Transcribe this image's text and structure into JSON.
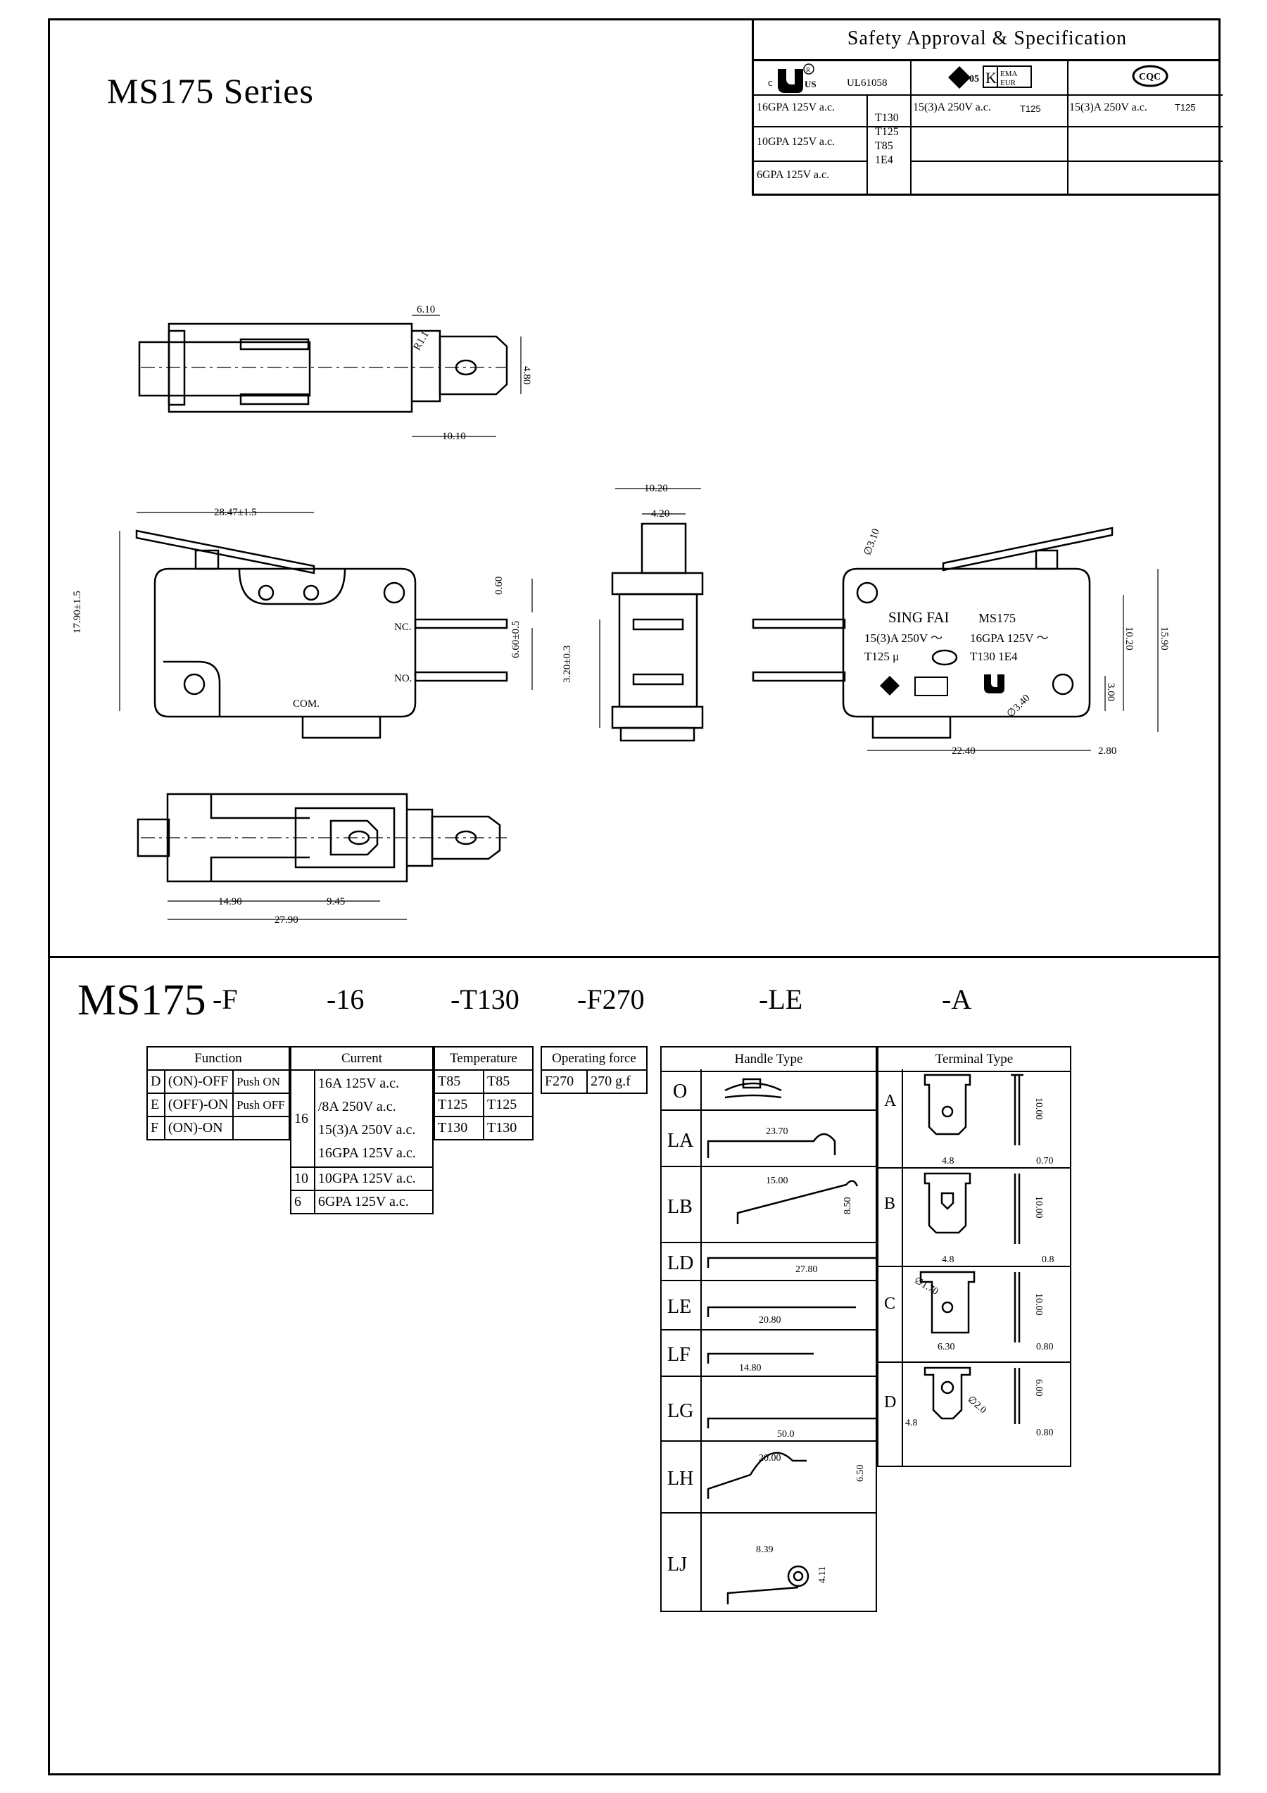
{
  "title": "MS175 Series",
  "safety": {
    "header": "Safety Approval & Specification",
    "ul_standard": "UL61058",
    "ul_ratings": [
      "16GPA 125V a.c.",
      "10GPA 125V a.c.",
      "6GPA 125V a.c."
    ],
    "ul_temps": [
      "T130",
      "T125",
      "T85",
      "1E4"
    ],
    "enec_rating": "15(3)A 250V a.c.",
    "enec_temp": "T125",
    "ccc_rating": "15(3)A 250V a.c.",
    "ccc_temp": "T125",
    "enec_mark": "05",
    "kema_mark": "KEMA EUR",
    "ccc_mark": "CQC"
  },
  "drawing": {
    "dims": {
      "d_6_10": "6.10",
      "d_r1_1": "R1.1",
      "d_4_80": "4.80",
      "d_10_10": "10.10",
      "d_28_47": "28.47±1.5",
      "d_17_90": "17.90±1.5",
      "d_0_60": "0.60",
      "d_6_60": "6.60±0.5",
      "d_10_20": "10.20",
      "d_4_20": "4.20",
      "d_3_20": "3.20±0.3",
      "d_3_10": "∅3.10",
      "d_3_40": "∅3.40",
      "d_10_20b": "10.20",
      "d_15_90": "15.90",
      "d_3_00": "3.00",
      "d_22_40": "22.40",
      "d_2_80": "2.80",
      "d_14_90": "14.90",
      "d_9_45": "9.45",
      "d_27_90": "27.90"
    },
    "labels": {
      "nc": "NC.",
      "no": "NO.",
      "com": "COM."
    },
    "marking": {
      "brand": "SING FAI",
      "model": "MS175",
      "line1a": "15(3)A  250V ～",
      "line1b": "16GPA 125V ～",
      "line2a": "T125   μ",
      "line2b": "T130  1E4"
    }
  },
  "part_number": {
    "base": "MS175",
    "codes": [
      "-F",
      "-16",
      "-T130",
      "-F270",
      "-LE",
      "-A"
    ]
  },
  "function": {
    "header": "Function",
    "rows": [
      {
        "code": "D",
        "desc": "(ON)-OFF",
        "type": "Push ON"
      },
      {
        "code": "E",
        "desc": "(OFF)-ON",
        "type": "Push OFF"
      },
      {
        "code": "F",
        "desc": "(ON)-ON",
        "type": ""
      }
    ]
  },
  "current": {
    "header": "Current",
    "group_code": "16",
    "group_lines": [
      "16A 125V a.c.",
      "/8A 250V a.c.",
      "15(3)A 250V a.c.",
      "16GPA 125V a.c."
    ],
    "rows": [
      {
        "code": "10",
        "desc": "10GPA 125V a.c."
      },
      {
        "code": "6",
        "desc": "6GPA 125V a.c."
      }
    ]
  },
  "temperature": {
    "header": "Temperature",
    "rows": [
      [
        "T85",
        "T85"
      ],
      [
        "T125",
        "T125"
      ],
      [
        "T130",
        "T130"
      ]
    ]
  },
  "operating_force": {
    "header": "Operating force",
    "rows": [
      [
        "F270",
        "270 g.f"
      ]
    ]
  },
  "handle": {
    "header": "Handle Type",
    "rows": [
      {
        "code": "O",
        "dim": ""
      },
      {
        "code": "LA",
        "dim": "23.70"
      },
      {
        "code": "LB",
        "dim": "15.00",
        "dim2": "8.50"
      },
      {
        "code": "LD",
        "dim": "27.80"
      },
      {
        "code": "LE",
        "dim": "20.80"
      },
      {
        "code": "LF",
        "dim": "14.80"
      },
      {
        "code": "LG",
        "dim": "50.0"
      },
      {
        "code": "LH",
        "dim": "20.00",
        "dim2": "6.50"
      },
      {
        "code": "LJ",
        "dim": "8.39",
        "dim2": "4.11"
      }
    ]
  },
  "terminal": {
    "header": "Terminal Type",
    "rows": [
      {
        "code": "A",
        "w": "4.8",
        "h": "10.00",
        "t": "0.70",
        "hole": ""
      },
      {
        "code": "B",
        "w": "4.8",
        "h": "10.00",
        "t": "0.8",
        "hole": ""
      },
      {
        "code": "C",
        "w": "6.30",
        "h": "10.00",
        "t": "0.80",
        "hole": "∅1.70"
      },
      {
        "code": "D",
        "w": "4.8",
        "h": "6.00",
        "t": "0.80",
        "hole": "∅2.0"
      }
    ]
  }
}
